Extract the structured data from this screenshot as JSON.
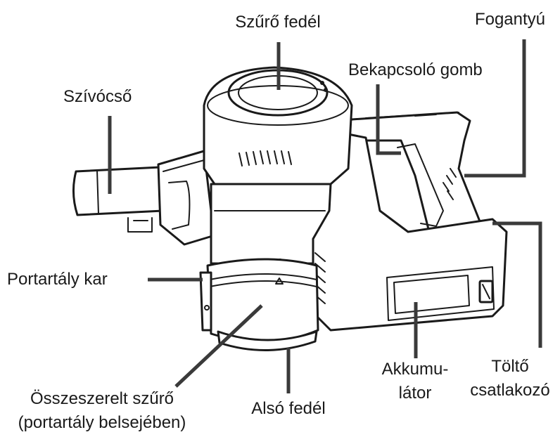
{
  "labels": {
    "filter_cover": "Szűrő fedél",
    "handle": "Fogantyú",
    "power_button": "Bekapcsoló gomb",
    "suction_tube": "Szívócső",
    "dust_bin_lever": "Portartály kar",
    "battery_line1": "Akkumu-",
    "battery_line2": "látor",
    "charging_port_line1": "Töltő",
    "charging_port_line2": "csatlakozó",
    "assembled_filter_line1": "Összeszerelt szűrő",
    "assembled_filter_line2": "(portartály belsejében)",
    "bottom_cover": "Alsó fedél"
  },
  "colors": {
    "line": "#1a1a1a",
    "leader": "#3a3a3a",
    "background": "#ffffff"
  }
}
